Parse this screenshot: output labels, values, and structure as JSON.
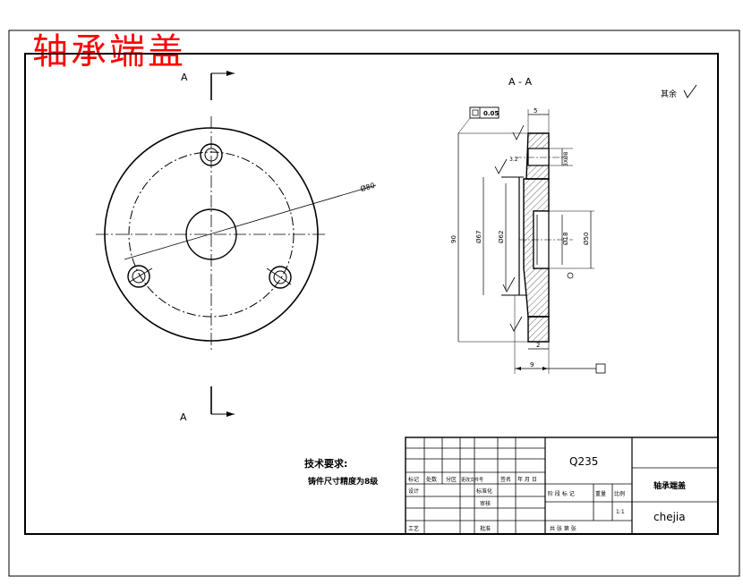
{
  "title": "轴承端盖",
  "section_labels": {
    "front_top": "A",
    "front_bottom": "A",
    "section_view": "A - A"
  },
  "roughness_note": "其余",
  "dimensions": {
    "d80": "Ø80",
    "d90": "90",
    "d67": "Ø67",
    "d62": "Ø62",
    "d18": "Ø18",
    "d50": "Ø50",
    "w5": "5",
    "w9": "9",
    "w2": "2",
    "hole": "3XØ8",
    "flatness": "0.05",
    "ra": "3.2"
  },
  "tech_requirements": {
    "heading": "技术要求:",
    "line1": "铸件尺寸精度为8级"
  },
  "title_block": {
    "material": "Q235",
    "part_name": "轴承端盖",
    "designer": "chejia",
    "scale": "1:1",
    "headers": [
      "标记",
      "处数",
      "分区",
      "更改文件号",
      "签名",
      "年 月 日"
    ],
    "row_labels": [
      "设计",
      "标准化",
      "审核",
      "工艺",
      "批准"
    ],
    "right_labels": [
      "阶 段 标 记",
      "重量",
      "比例"
    ],
    "sheet": "共   张 第   张"
  },
  "colors": {
    "title": "#ff0000",
    "line": "#000000"
  }
}
